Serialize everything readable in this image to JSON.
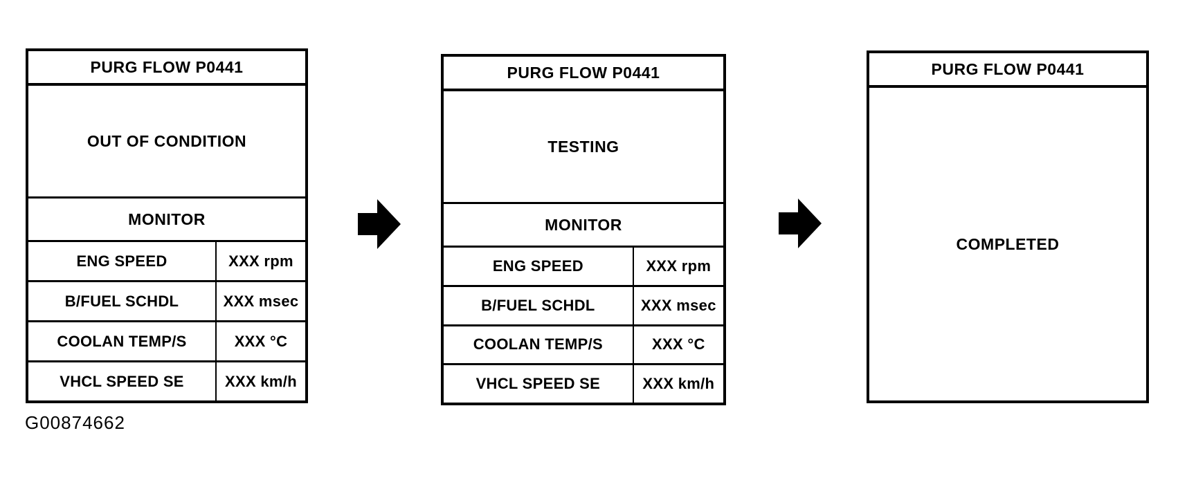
{
  "figure": {
    "id_label": "G00874662"
  },
  "colors": {
    "foreground": "#000000",
    "background": "#ffffff"
  },
  "icons": {
    "flow_arrow": "solid-right-arrow"
  },
  "screens": [
    {
      "title": "PURG FLOW P0441",
      "status": "OUT OF CONDITION",
      "monitor_label": "MONITOR",
      "rows": [
        {
          "label": "ENG SPEED",
          "value": "XXX rpm"
        },
        {
          "label": "B/FUEL SCHDL",
          "value": "XXX msec"
        },
        {
          "label": "COOLAN TEMP/S",
          "value": "XXX °C"
        },
        {
          "label": "VHCL SPEED SE",
          "value": "XXX km/h"
        }
      ]
    },
    {
      "title": "PURG FLOW P0441",
      "status": "TESTING",
      "monitor_label": "MONITOR",
      "rows": [
        {
          "label": "ENG SPEED",
          "value": "XXX rpm"
        },
        {
          "label": "B/FUEL SCHDL",
          "value": "XXX msec"
        },
        {
          "label": "COOLAN TEMP/S",
          "value": "XXX °C"
        },
        {
          "label": "VHCL SPEED SE",
          "value": "XXX km/h"
        }
      ]
    },
    {
      "title": "PURG FLOW P0441",
      "status": "COMPLETED"
    }
  ]
}
